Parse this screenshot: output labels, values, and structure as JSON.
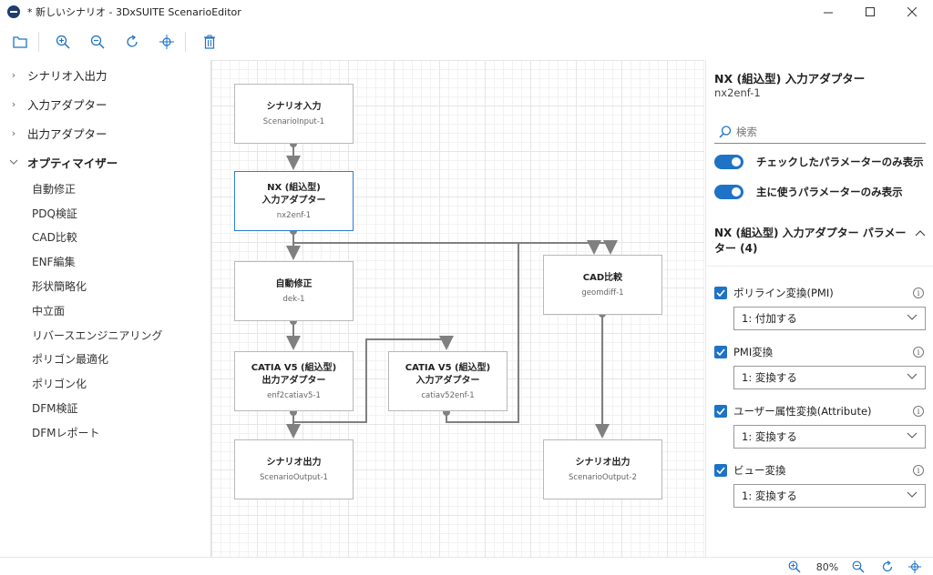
{
  "window": {
    "title": "* 新しいシナリオ - 3DxSUITE ScenarioEditor"
  },
  "sidebar": {
    "categories": [
      {
        "label": "シナリオ入出力"
      },
      {
        "label": "入力アダプター"
      },
      {
        "label": "出力アダプター"
      },
      {
        "label": "オプティマイザー"
      }
    ],
    "optimizer_items": [
      "自動修正",
      "PDQ検証",
      "CAD比較",
      "ENF編集",
      "形状簡略化",
      "中立面",
      "リバースエンジニアリング",
      "ポリゴン最適化",
      "ポリゴン化",
      "DFM検証",
      "DFMレポート"
    ]
  },
  "nodes": {
    "scenario_input": {
      "title": "シナリオ入力",
      "id": "ScenarioInput-1"
    },
    "nx_input": {
      "title": "NX (組込型)\n入力アダプター",
      "id": "nx2enf-1"
    },
    "auto_fix": {
      "title": "自動修正",
      "id": "dek-1"
    },
    "catia_output": {
      "title": "CATIA V5 (組込型)\n出力アダプター",
      "id": "enf2catiav5-1"
    },
    "catia_input": {
      "title": "CATIA V5 (組込型)\n入力アダプター",
      "id": "catiav52enf-1"
    },
    "cad_compare": {
      "title": "CAD比較",
      "id": "geomdiff-1"
    },
    "scenario_output_1": {
      "title": "シナリオ出力",
      "id": "ScenarioOutput-1"
    },
    "scenario_output_2": {
      "title": "シナリオ出力",
      "id": "ScenarioOutput-2"
    }
  },
  "properties": {
    "title": "NX (組込型) 入力アダプター",
    "subtitle": "nx2enf-1",
    "search_placeholder": "検索",
    "toggle_checked_only": "チェックしたパラメーターのみ表示",
    "toggle_main_only": "主に使うパラメーターのみ表示",
    "section_title": "NX (組込型) 入力アダプター パラメーター (4)",
    "params": [
      {
        "label": "ポリライン変換(PMI)",
        "value": "1: 付加する"
      },
      {
        "label": "PMI変換",
        "value": "1: 変換する"
      },
      {
        "label": "ユーザー属性変換(Attribute)",
        "value": "1: 変換する"
      },
      {
        "label": "ビュー変換",
        "value": "1: 変換する"
      }
    ]
  },
  "status": {
    "zoom": "80%"
  },
  "colors": {
    "accent": "#1e73c6",
    "selected_border": "#2b7fd0",
    "edge": "#808080"
  }
}
